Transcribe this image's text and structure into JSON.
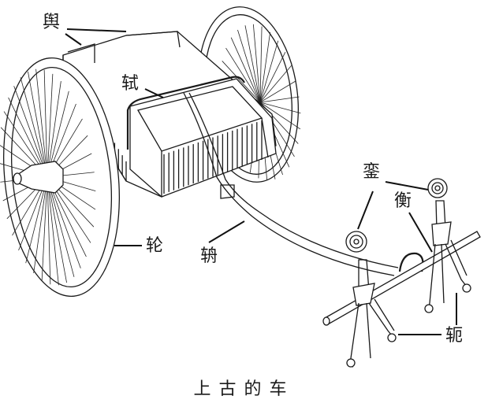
{
  "title": "上古的车",
  "labels": {
    "yu": "舆",
    "shi": "轼",
    "luan": "銮",
    "heng": "衡",
    "lun": "轮",
    "zhou": "辀",
    "e": "轭"
  }
}
